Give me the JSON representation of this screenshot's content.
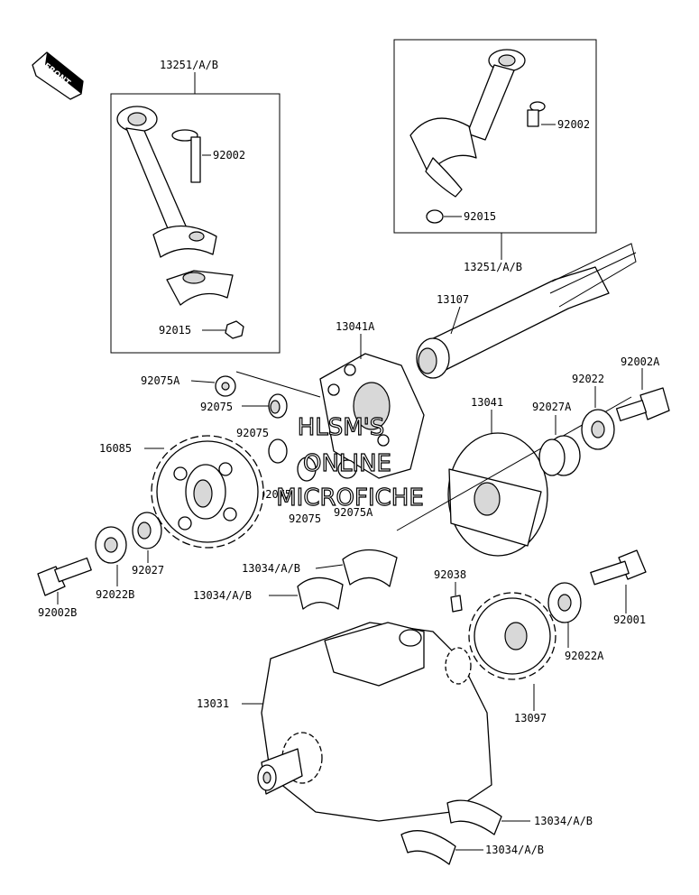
{
  "front_badge": "FRONT",
  "watermark": {
    "line1": "HLSM'S",
    "line2": "ONLINE",
    "line3": "MICROFICHE"
  },
  "labels": {
    "conrod_left": "13251/A/B",
    "bolt_left": "92002",
    "nut_left": "92015",
    "bolt_right": "92002",
    "nut_right": "92015",
    "conrod_right": "13251/A/B",
    "shaft": "13107",
    "gear_13041A": "13041A",
    "g92075A_top": "92075A",
    "g92075_1": "92075",
    "g92075_2": "92075",
    "gear_16085": "16085",
    "g92075_3": "92075",
    "g92075_4": "92075",
    "g92075A_bottom": "92075A",
    "gear_13041": "13041",
    "w92027A": "92027A",
    "w92022": "92022",
    "b92002A": "92002A",
    "w92027": "92027",
    "w92022B": "92022B",
    "b92002B": "92002B",
    "bearing_1": "13034/A/B",
    "bearing_2": "13034/A/B",
    "key_92038": "92038",
    "b92001": "92001",
    "w92022A": "92022A",
    "crank_13031": "13031",
    "gear_13097": "13097",
    "bearing_3": "13034/A/B",
    "bearing_4": "13034/A/B"
  }
}
